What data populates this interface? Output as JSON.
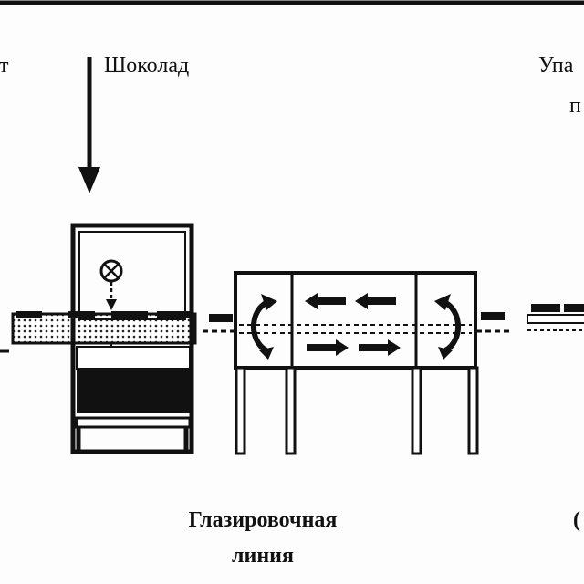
{
  "labels": {
    "left_partial": "т",
    "chocolate": "Шоколад",
    "right_top_partial_1": "Упа",
    "right_top_partial_2": "п",
    "caption_line_1": "Глазировочная",
    "caption_line_2": "линия",
    "right_bottom_partial": "("
  },
  "colors": {
    "ink": "#111111",
    "paper": "#fdfdfd"
  }
}
